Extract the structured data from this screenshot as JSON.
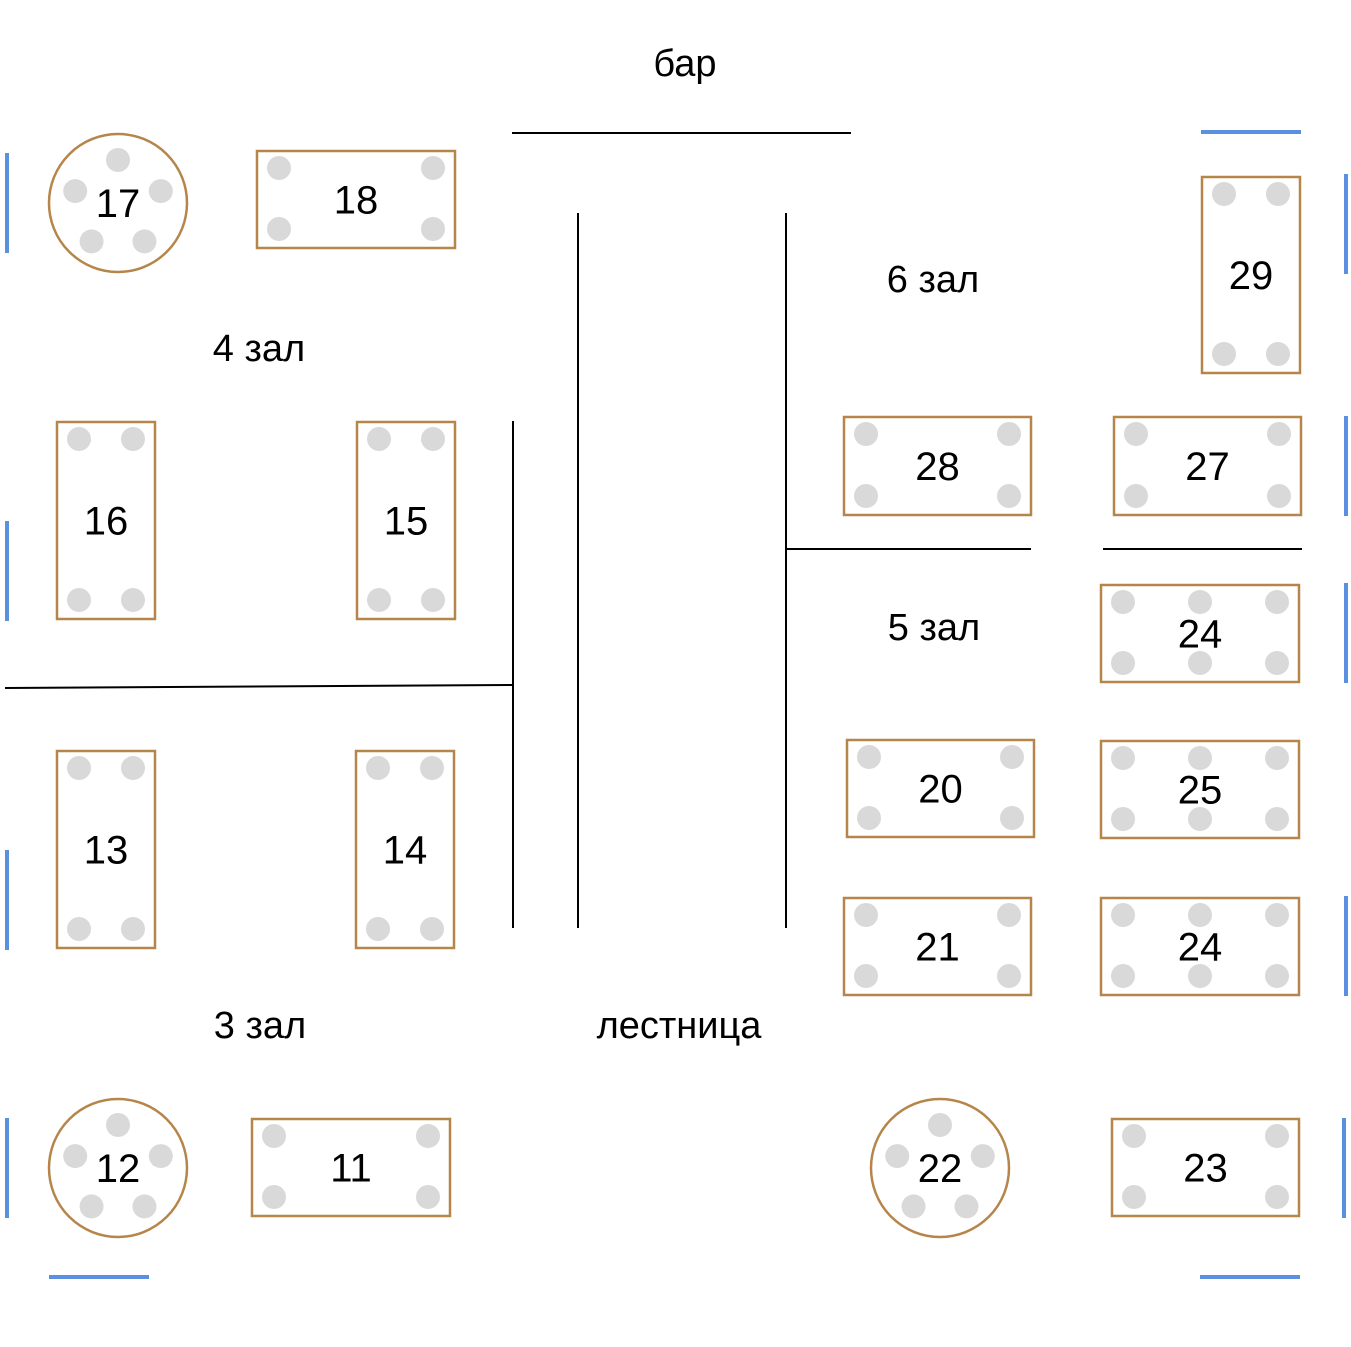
{
  "zones": {
    "bar": "бар",
    "hall4": "4 зал",
    "hall3": "3 зал",
    "hall6": "6 зал",
    "hall5": "5 зал",
    "stairs": "лестница"
  },
  "tables": [
    {
      "id": "t17",
      "label": "17",
      "shape": "round",
      "seats": 5
    },
    {
      "id": "t18",
      "label": "18",
      "shape": "rect",
      "seats": 4
    },
    {
      "id": "t16",
      "label": "16",
      "shape": "rect",
      "seats": 4
    },
    {
      "id": "t15",
      "label": "15",
      "shape": "rect",
      "seats": 4
    },
    {
      "id": "t13",
      "label": "13",
      "shape": "rect",
      "seats": 4
    },
    {
      "id": "t14",
      "label": "14",
      "shape": "rect",
      "seats": 4
    },
    {
      "id": "t12",
      "label": "12",
      "shape": "round",
      "seats": 5
    },
    {
      "id": "t11",
      "label": "11",
      "shape": "rect",
      "seats": 4
    },
    {
      "id": "t29",
      "label": "29",
      "shape": "rect",
      "seats": 4
    },
    {
      "id": "t28",
      "label": "28",
      "shape": "rect",
      "seats": 4
    },
    {
      "id": "t27",
      "label": "27",
      "shape": "rect",
      "seats": 4
    },
    {
      "id": "t24a",
      "label": "24",
      "shape": "rect",
      "seats": 6
    },
    {
      "id": "t20",
      "label": "20",
      "shape": "rect",
      "seats": 4
    },
    {
      "id": "t25",
      "label": "25",
      "shape": "rect",
      "seats": 6
    },
    {
      "id": "t21",
      "label": "21",
      "shape": "rect",
      "seats": 4
    },
    {
      "id": "t24b",
      "label": "24",
      "shape": "rect",
      "seats": 6
    },
    {
      "id": "t22",
      "label": "22",
      "shape": "round",
      "seats": 5
    },
    {
      "id": "t23",
      "label": "23",
      "shape": "rect",
      "seats": 4
    }
  ],
  "colors": {
    "table_border": "#b5854a",
    "seat": "#d9d9d9",
    "wall": "#000000",
    "window": "#5b8fe0"
  }
}
